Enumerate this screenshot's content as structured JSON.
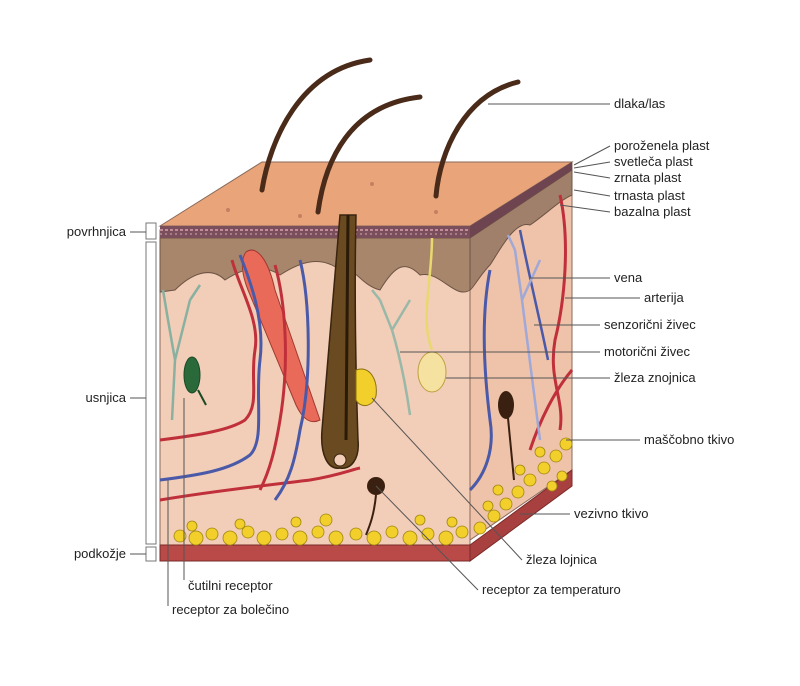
{
  "labels": {
    "dlaka_las": "dlaka/las",
    "porozenela_plast": "poroženela plast",
    "svetleca_plast": "svetleča plast",
    "zrnata_plast": "zrnata plast",
    "trnasta_plast": "trnasta plast",
    "bazalna_plast": "bazalna plast",
    "vena": "vena",
    "arterija": "arterija",
    "senzoricni_zivec": "senzorični živec",
    "motoricni_zivec": "motorični živec",
    "zleza_znojnica": "žleza znojnica",
    "mascobno_tkivo": "maščobno tkivo",
    "vezivno_tkivo": "vezivno tkivo",
    "zleza_lojnica": "žleza lojnica",
    "receptor_za_temperaturo": "receptor za temperaturo",
    "cutilni_receptor": "čutilni receptor",
    "receptor_za_bolecino": "receptor za bolečino",
    "povrhnjica": "povrhnjica",
    "usnjica": "usnjica",
    "podkozje": "podkožje"
  },
  "colors": {
    "surface": "#e9a47a",
    "epidermis": "#a08068",
    "dermis": "#f2cdb8",
    "fat": "#f2cf2a",
    "connective": "#b94a48",
    "artery": "#c0303a",
    "vein": "#4a5aa8",
    "nerve": "#8ab0a0",
    "hair": "#4a2a18"
  }
}
